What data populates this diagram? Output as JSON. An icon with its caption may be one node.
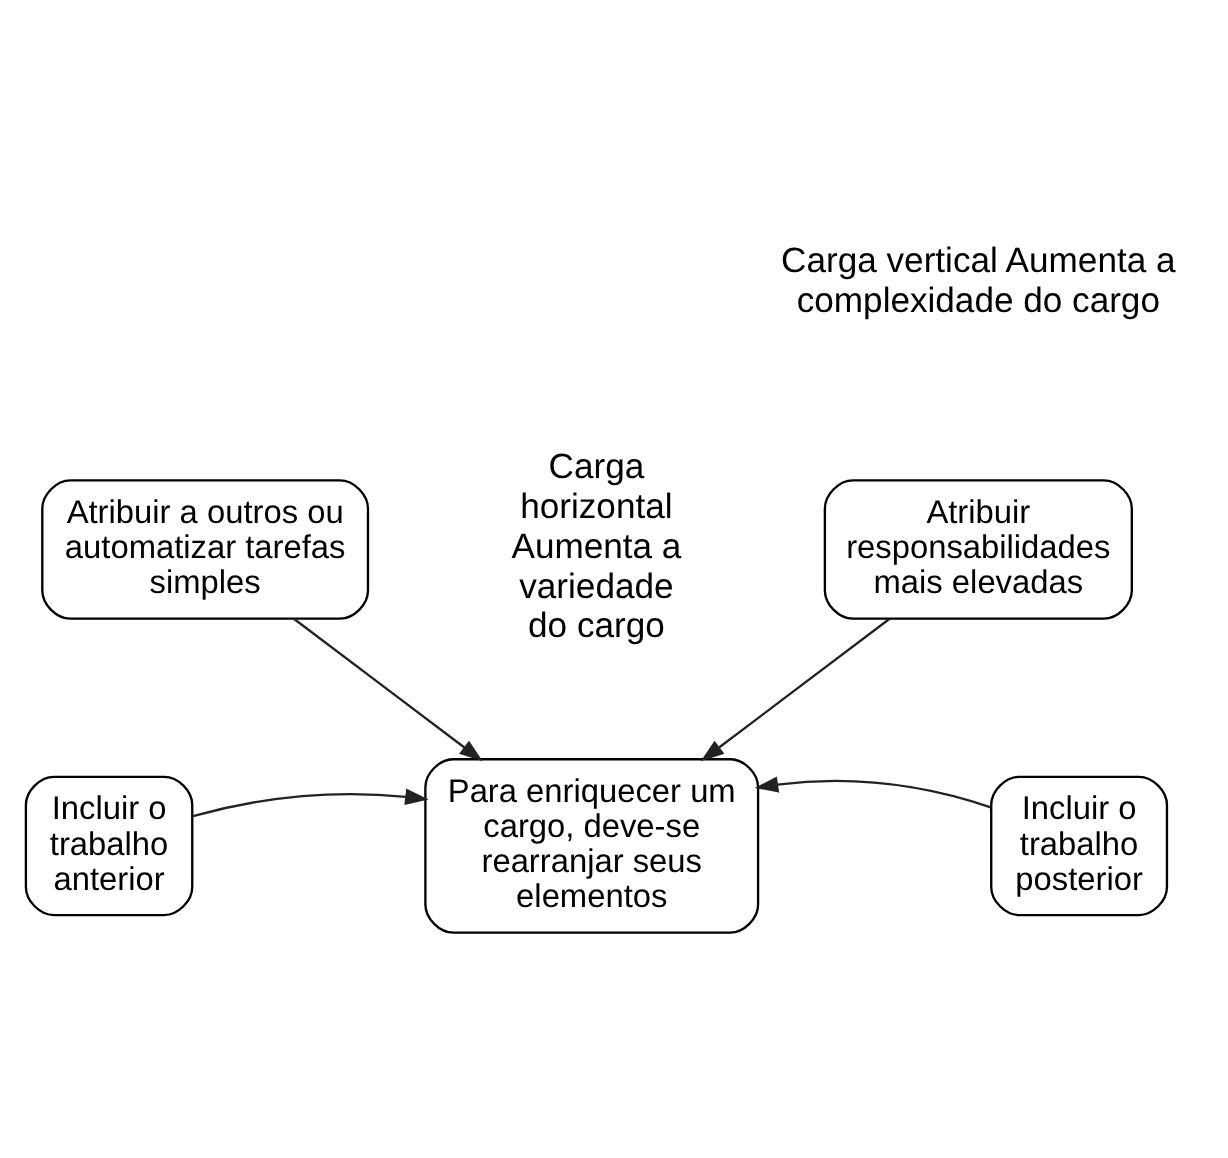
{
  "diagram": {
    "nodes": [
      {
        "text": [
          "Atribuir responsabilidades mais elevadas"
        ]
      },
      {
        "text": [
          "Incluir o trabalho anterior"
        ]
      },
      {
        "text": [
          "Para enriquecer um cargo, deve-se rearranjar seus elementos"
        ]
      },
      {
        "text": [
          "Incluir o trabalho posterior"
        ]
      },
      {
        "text": [
          "Atribuir a outros ou automatizar tarefas simples"
        ]
      }
    ],
    "edges": [
      {
        "from": 0,
        "to": 2,
        "arrow": "to"
      },
      {
        "from": 1,
        "to": 2,
        "arrow": "to"
      },
      {
        "from": 3,
        "to": 2,
        "arrow": "to"
      },
      {
        "from": 4,
        "to": 2,
        "arrow": "to"
      }
    ],
    "labels": [
      "Carga vertical Aumenta a complexidade do cargo",
      "Carga horizontal Aumenta a variedade do cargo"
    ]
  }
}
